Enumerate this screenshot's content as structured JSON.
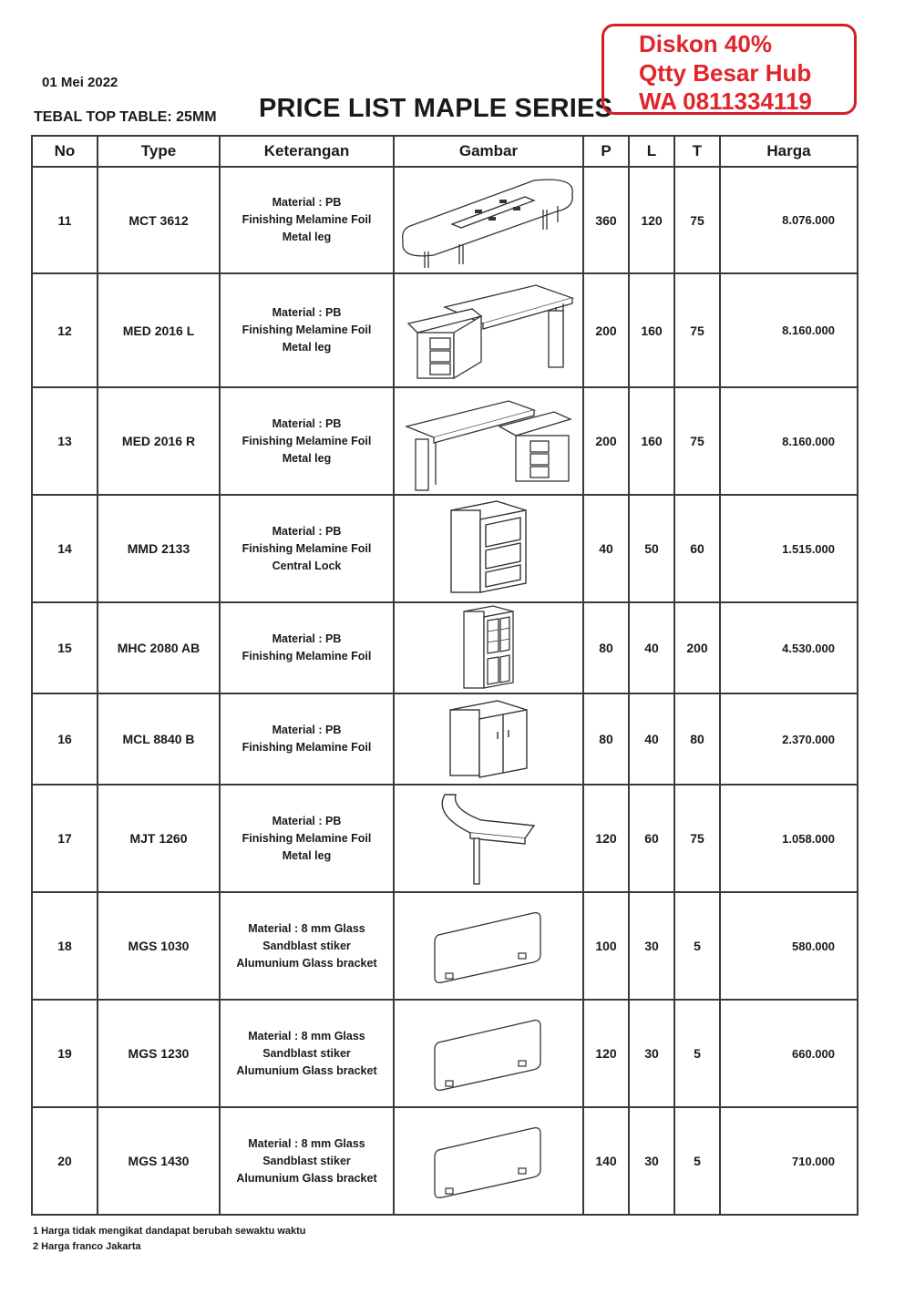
{
  "header": {
    "date": "01 Mei 2022",
    "tebal": "TEBAL TOP TABLE: 25MM",
    "title": "PRICE LIST MAPLE SERIES"
  },
  "promo": {
    "line1": "Diskon 40%",
    "line2": "Qtty Besar Hub",
    "line3": "WA  0811334119",
    "color": "#e0252b"
  },
  "table": {
    "headers": [
      "No",
      "Type",
      "Keterangan",
      "Gambar",
      "P",
      "L",
      "T",
      "Harga"
    ],
    "rows": [
      {
        "no": "11",
        "type": "MCT 3612",
        "ket": [
          "Material : PB",
          "Finishing Melamine Foil",
          "Metal leg"
        ],
        "img": "conference-table-icon",
        "p": "360",
        "l": "120",
        "t": "75",
        "harga": "8.076.000"
      },
      {
        "no": "12",
        "type": "MED 2016 L",
        "ket": [
          "Material : PB",
          "Finishing Melamine Foil",
          "Metal leg"
        ],
        "img": "l-desk-left-icon",
        "p": "200",
        "l": "160",
        "t": "75",
        "harga": "8.160.000"
      },
      {
        "no": "13",
        "type": "MED 2016 R",
        "ket": [
          "Material : PB",
          "Finishing Melamine Foil",
          "Metal leg"
        ],
        "img": "l-desk-right-icon",
        "p": "200",
        "l": "160",
        "t": "75",
        "harga": "8.160.000"
      },
      {
        "no": "14",
        "type": "MMD 2133",
        "ket": [
          "Material : PB",
          "Finishing Melamine Foil",
          "Central Lock"
        ],
        "img": "mobile-drawer-icon",
        "p": "40",
        "l": "50",
        "t": "60",
        "harga": "1.515.000"
      },
      {
        "no": "15",
        "type": "MHC 2080 AB",
        "ket": [
          "Material : PB",
          "Finishing Melamine Foil"
        ],
        "img": "tall-cabinet-icon",
        "p": "80",
        "l": "40",
        "t": "200",
        "harga": "4.530.000"
      },
      {
        "no": "16",
        "type": "MCL 8840 B",
        "ket": [
          "Material : PB",
          "Finishing Melamine Foil"
        ],
        "img": "low-cabinet-icon",
        "p": "80",
        "l": "40",
        "t": "80",
        "harga": "2.370.000"
      },
      {
        "no": "17",
        "type": "MJT 1260",
        "ket": [
          "Material : PB",
          "Finishing Melamine Foil",
          "Metal leg"
        ],
        "img": "joint-table-icon",
        "p": "120",
        "l": "60",
        "t": "75",
        "harga": "1.058.000"
      },
      {
        "no": "18",
        "type": "MGS 1030",
        "ket": [
          "Material : 8 mm Glass",
          "Sandblast stiker",
          "Alumunium Glass bracket"
        ],
        "img": "glass-screen-icon",
        "p": "100",
        "l": "30",
        "t": "5",
        "harga": "580.000"
      },
      {
        "no": "19",
        "type": "MGS 1230",
        "ket": [
          "Material : 8 mm Glass",
          "Sandblast stiker",
          "Alumunium Glass bracket"
        ],
        "img": "glass-screen-icon",
        "p": "120",
        "l": "30",
        "t": "5",
        "harga": "660.000"
      },
      {
        "no": "20",
        "type": "MGS 1430",
        "ket": [
          "Material : 8 mm Glass",
          "Sandblast stiker",
          "Alumunium Glass bracket"
        ],
        "img": "glass-screen-icon",
        "p": "140",
        "l": "30",
        "t": "5",
        "harga": "710.000"
      }
    ]
  },
  "notes": [
    "1 Harga tidak mengikat dandapat berubah sewaktu waktu",
    "2 Harga franco Jakarta"
  ]
}
